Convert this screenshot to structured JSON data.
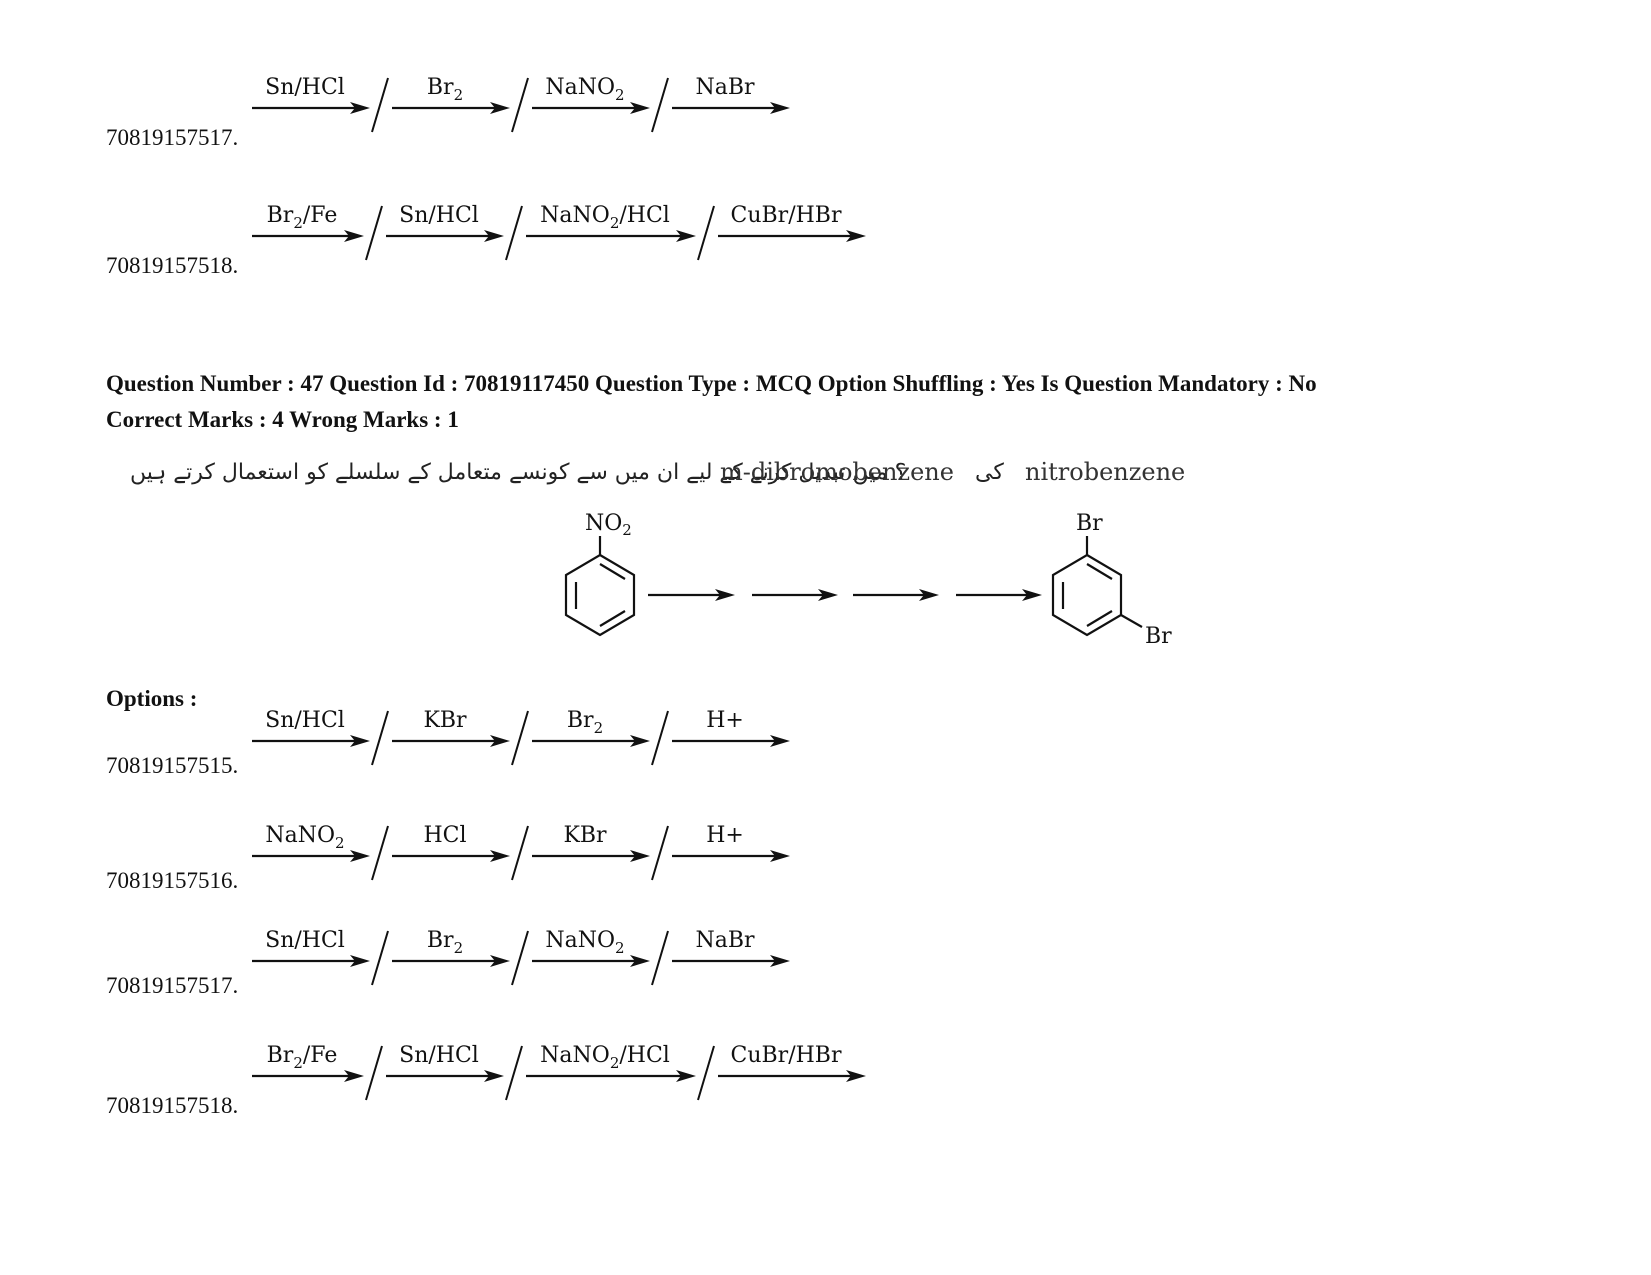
{
  "top_options": [
    {
      "id": "70819157517.",
      "reagents": [
        "Sn/HCl",
        "Br|2",
        "NaNO|2",
        "NaBr"
      ]
    },
    {
      "id": "70819157518.",
      "reagents": [
        "Br|2/Fe",
        "Sn/HCl",
        "NaNO|2/HCl",
        "CuBr/HBr"
      ]
    }
  ],
  "question": {
    "header_line1": "Question Number : 47 Question Id : 70819117450 Question Type : MCQ Option Shuffling : Yes Is Question Mandatory : No",
    "header_line2": "Correct Marks : 4 Wrong Marks : 1",
    "urdu_text": "؟ میں تبدیل کرنے کے لیے ان میں سے کونسے متعامل کے سلسلے کو استعمال کرتے ہیں",
    "target_compound": "m-dibromobenzene",
    "connector_urdu": "کی",
    "start_compound": "nitrobenzene"
  },
  "scheme": {
    "start_substituent": "NO2",
    "end_substituent_1": "Br",
    "end_substituent_2": "Br"
  },
  "options_label": "Options :",
  "options": [
    {
      "id": "70819157515.",
      "reagents": [
        "Sn/HCl",
        "KBr",
        "Br|2",
        "H+"
      ]
    },
    {
      "id": "70819157516.",
      "reagents": [
        "NaNO|2",
        "HCl",
        "KBr",
        "H+"
      ]
    },
    {
      "id": "70819157517.",
      "reagents": [
        "Sn/HCl",
        "Br|2",
        "NaNO|2",
        "NaBr"
      ]
    },
    {
      "id": "70819157518.",
      "reagents": [
        "Br|2/Fe",
        "Sn/HCl",
        "NaNO|2/HCl",
        "CuBr/HBr"
      ]
    }
  ]
}
